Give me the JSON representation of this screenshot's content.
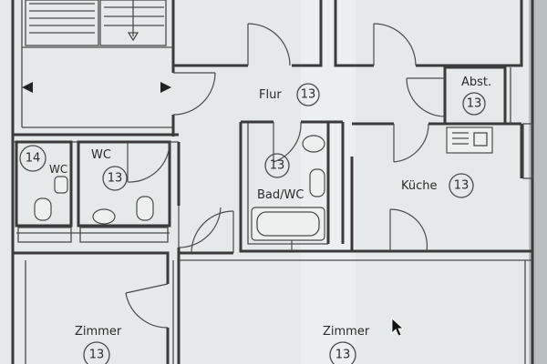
{
  "rooms": {
    "flur": {
      "name": "Flur",
      "number": "13"
    },
    "abst": {
      "name": "Abst.",
      "number": "13"
    },
    "room14": {
      "number": "14"
    },
    "wc_small": {
      "name": "WC"
    },
    "wc": {
      "name": "WC",
      "number": "13"
    },
    "bad": {
      "name": "Bad/WC",
      "number": "13"
    },
    "kueche": {
      "name": "Küche",
      "number": "13"
    },
    "zimmer_left": {
      "name": "Zimmer",
      "number": "13"
    },
    "zimmer_right": {
      "name": "Zimmer",
      "number": "13"
    }
  },
  "colors": {
    "paper": "#e9ecec",
    "ink": "#3a3a3a"
  }
}
